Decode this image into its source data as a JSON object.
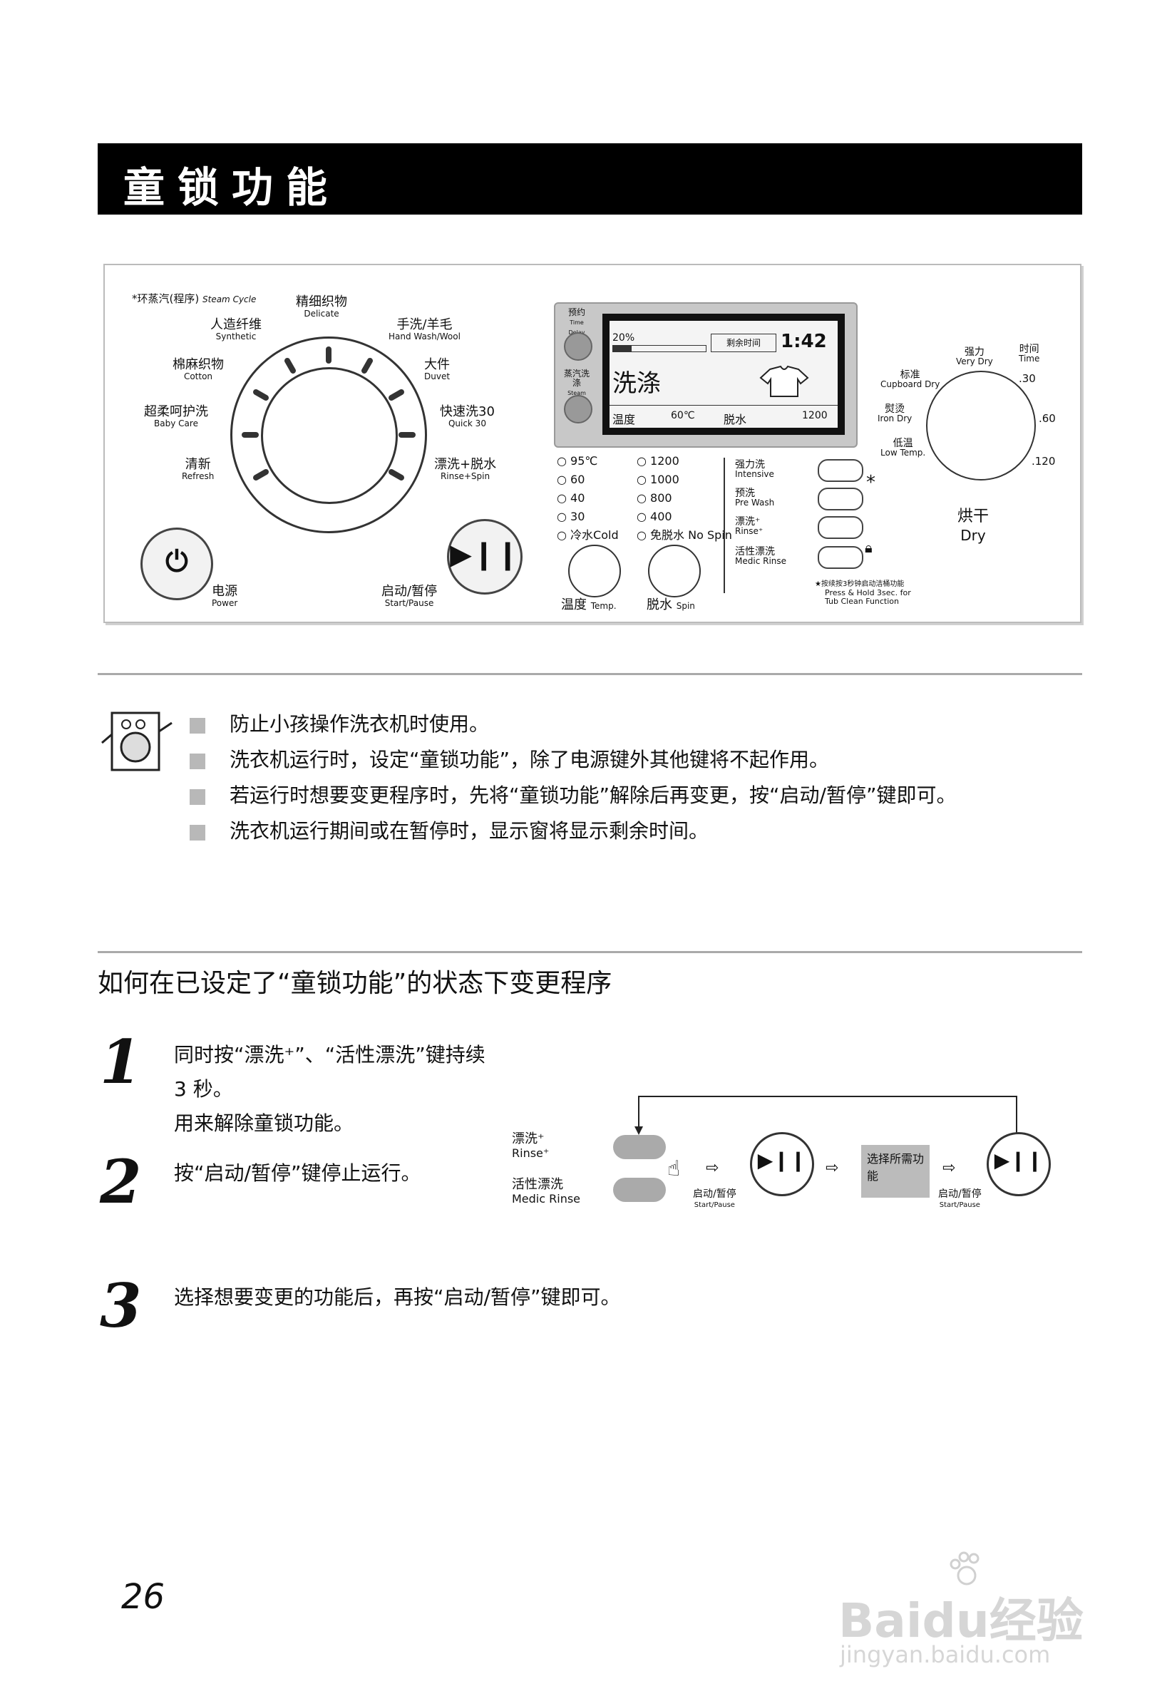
{
  "header": {
    "title": "童锁功能"
  },
  "panel": {
    "steam_cycle": "*环蒸汽(程序)",
    "steam_cycle_en": "Steam Cycle",
    "programs": [
      {
        "cn": "精细织物",
        "en": "Delicate"
      },
      {
        "cn": "人造纤维",
        "en": "Synthetic"
      },
      {
        "cn": "手洗/羊毛",
        "en": "Hand Wash/Wool"
      },
      {
        "cn": "棉麻织物",
        "en": "Cotton"
      },
      {
        "cn": "大件",
        "en": "Duvet"
      },
      {
        "cn": "超柔呵护洗",
        "en": "Baby Care"
      },
      {
        "cn": "快速洗30",
        "en": "Quick 30"
      },
      {
        "cn": "清新",
        "en": "Refresh"
      },
      {
        "cn": "漂洗+脱水",
        "en": "Rinse+Spin"
      }
    ],
    "power": {
      "cn": "电源",
      "en": "Power"
    },
    "start_pause": {
      "cn": "启动/暂停",
      "en": "Start/Pause"
    },
    "time_delay": {
      "cn": "预约",
      "en": "Time Delay"
    },
    "steam_wash": {
      "cn": "蒸汽洗涤",
      "en": "Steam Wash"
    },
    "lcd": {
      "progress": "20%",
      "remaining_label": "剩余时间",
      "remaining_time": "1:42",
      "status": "洗涤",
      "temp_label": "温度",
      "temp_value": "60℃",
      "spin_label": "脱水",
      "spin_value": "1200"
    },
    "temps": [
      "95℃",
      "60",
      "40",
      "30",
      "冷水Cold"
    ],
    "spins": [
      "1200",
      "1000",
      "800",
      "400",
      "免脱水 No Spin"
    ],
    "temp_knob": {
      "cn": "温度",
      "en": "Temp."
    },
    "spin_knob": {
      "cn": "脱水",
      "en": "Spin"
    },
    "options": [
      {
        "cn": "强力洗",
        "en": "Intensive"
      },
      {
        "cn": "预洗",
        "en": "Pre Wash"
      },
      {
        "cn": "漂洗⁺",
        "en": "Rinse⁺"
      },
      {
        "cn": "活性漂洗",
        "en": "Medic Rinse"
      }
    ],
    "tub_note_cn": "★按续按3秒钟启动洁桶功能",
    "tub_note_en_1": "Press & Hold 3sec. for",
    "tub_note_en_2": "Tub Clean Function",
    "dry_levels": [
      {
        "cn": "强力",
        "en": "Very Dry"
      },
      {
        "cn": "标准",
        "en": "Cupboard Dry"
      },
      {
        "cn": "熨烫",
        "en": "Iron Dry"
      },
      {
        "cn": "低温",
        "en": "Low Temp."
      }
    ],
    "dry_time": {
      "cn": "时间",
      "en": "Time"
    },
    "dry_times": [
      ".30",
      ".60",
      ".120"
    ],
    "dry_knob": {
      "cn": "烘干",
      "en": "Dry"
    }
  },
  "notes": [
    "防止小孩操作洗衣机时使用。",
    "洗衣机运行时，设定“童锁功能”，除了电源键外其他键将不起作用。",
    "若运行时想要变更程序时，先将“童锁功能”解除后再变更，按“启动/暂停”键即可。",
    "洗衣机运行期间或在暂停时，显示窗将显示剩余时间。"
  ],
  "section_title": "如何在已设定了“童锁功能”的状态下变更程序",
  "steps": [
    {
      "num": "1",
      "lines": [
        "同时按“漂洗⁺”、“活性漂洗”键持续",
        "3 秒。",
        "用来解除童锁功能。"
      ]
    },
    {
      "num": "2",
      "lines": [
        "按“启动/暂停”键停止运行。"
      ]
    },
    {
      "num": "3",
      "lines": [
        "选择想要变更的功能后，再按“启动/暂停”键即可。"
      ]
    }
  ],
  "diagram": {
    "rinse_cn": "漂洗⁺",
    "rinse_en": "Rinse⁺",
    "medic_cn": "活性漂洗",
    "medic_en": "Medic Rinse",
    "start_cn": "启动/暂停",
    "start_en": "Start/Pause",
    "select_box": "选择所需功能"
  },
  "page_number": "26",
  "watermark": {
    "brand": "Baidu经验",
    "url": "jingyan.baidu.com"
  }
}
